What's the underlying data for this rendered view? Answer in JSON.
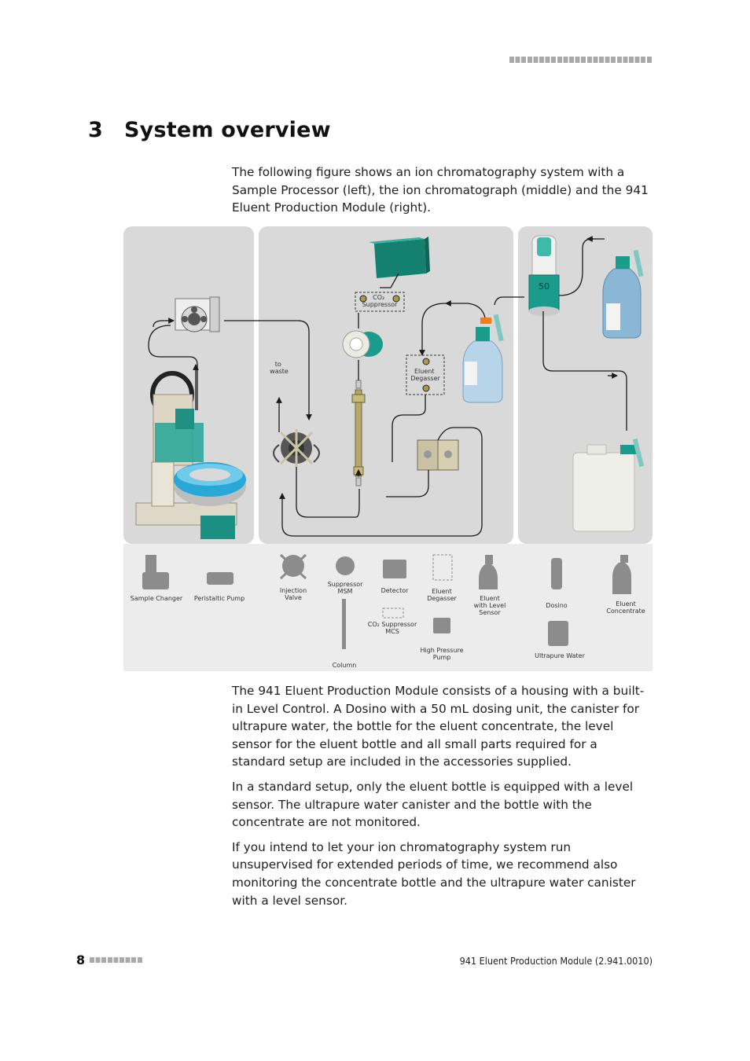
{
  "header": {
    "decoration": "dotted-bar"
  },
  "chapter": {
    "number": "3",
    "title": "System overview"
  },
  "intro": "The following figure shows an ion chromatography system with a Sample Processor (left), the ion chromatograph (middle) and the 941 Eluent Production Module (right).",
  "figure": {
    "diagram_labels": {
      "co2_suppressor": "CO₂\nSuppressor",
      "to_waste": "to\nwaste",
      "eluent_degasser": "Eluent\nDegasser",
      "dosino_volume": "50"
    },
    "legend": [
      {
        "key": "sample_changer",
        "label": "Sample Changer"
      },
      {
        "key": "peristaltic_pump",
        "label": "Peristaltic Pump"
      },
      {
        "key": "injection_valve",
        "label": "Injection\nValve"
      },
      {
        "key": "suppressor_msm",
        "label": "Suppressor\nMSM"
      },
      {
        "key": "detector",
        "label": "Detector"
      },
      {
        "key": "eluent_degasser",
        "label": "Eluent\nDegasser"
      },
      {
        "key": "eluent_level_sensor",
        "label": "Eluent\nwith Level\nSensor"
      },
      {
        "key": "dosino",
        "label": "Dosino"
      },
      {
        "key": "eluent_concentrate",
        "label": "Eluent\nConcentrate"
      },
      {
        "key": "co2_suppressor_mcs",
        "label": "CO₂ Suppressor\nMCS"
      },
      {
        "key": "high_pressure_pump",
        "label": "High Pressure\nPump"
      },
      {
        "key": "column",
        "label": "Column"
      },
      {
        "key": "ultrapure_water",
        "label": "Ultrapure Water"
      }
    ]
  },
  "paragraphs": [
    "The 941 Eluent Production Module consists of a housing with a built-in Level Control. A Dosino with a 50 mL dosing unit, the canister for ultrapure water, the bottle for the eluent concentrate, the level sensor for the eluent bottle and all small parts required for a standard setup are included in the accessories supplied.",
    "In a standard setup, only the eluent bottle is equipped with a level sensor. The ultrapure water canister and the bottle with the concentrate are not monitored.",
    "If you intend to let your ion chromatography system run unsupervised for extended periods of time, we recommend also monitoring the concentrate bottle and the ultrapure water canister with a level sensor."
  ],
  "footer": {
    "page_number": "8",
    "document_title": "941 Eluent Production Module (2.941.0010)"
  },
  "colors": {
    "panel": "#d9d9d9",
    "teal": "#1a9c8c",
    "silhouette": "#8c8c8c"
  }
}
